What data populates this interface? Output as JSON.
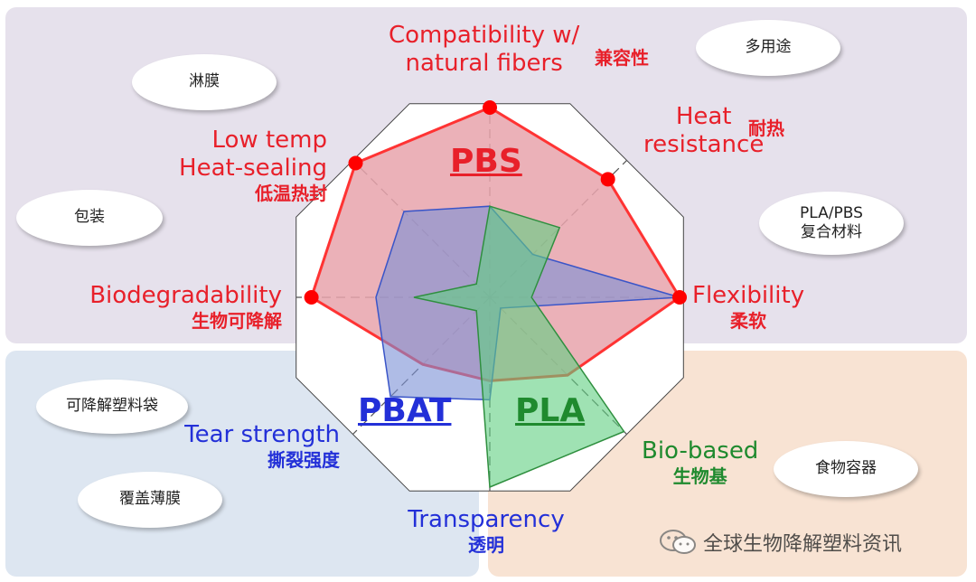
{
  "chart_data": {
    "type": "radar",
    "axes": [
      {
        "label": "Compatibility w/\nnatural fibers",
        "label_zh": "兼容性"
      },
      {
        "label": "Heat\nresistance",
        "label_zh": "耐热"
      },
      {
        "label": "Flexibility",
        "label_zh": "柔软"
      },
      {
        "label": "Bio-based",
        "label_zh": "生物基"
      },
      {
        "label": "Transparency",
        "label_zh": "透明"
      },
      {
        "label": "Tear strength",
        "label_zh": "撕裂强度"
      },
      {
        "label": "Biodegradability",
        "label_zh": "生物可降解"
      },
      {
        "label": "Low temp\nHeat-sealing",
        "label_zh": "低温热封"
      }
    ],
    "rmax": 5,
    "grid": "dashed-spokes",
    "series": [
      {
        "name": "PBS",
        "values": [
          5,
          4.4,
          5,
          2.9,
          2.2,
          2.5,
          4.7,
          5
        ],
        "color": "#ff3333",
        "fill": "#e8a3ab"
      },
      {
        "name": "PBAT",
        "values": [
          2.4,
          1.6,
          5,
          0.4,
          2.7,
          3.7,
          3,
          3.2
        ],
        "color": "#3a55c8",
        "fill": "#7a8fd6"
      },
      {
        "name": "PLA",
        "values": [
          2.4,
          2.6,
          1.1,
          5,
          5,
          0.5,
          2,
          0.5
        ],
        "color": "#2f8f3f",
        "fill": "#5fcf80"
      }
    ]
  },
  "labels": {
    "axis_0_en": "Compatibility w/\nnatural fibers",
    "axis_0_zh": "兼容性",
    "axis_1_en": "Heat\nresistance",
    "axis_1_zh": "耐热",
    "axis_2_en": "Flexibility",
    "axis_2_zh": "柔软",
    "axis_3_en": "Bio-based",
    "axis_3_zh": "生物基",
    "axis_4_en": "Transparency",
    "axis_4_zh": "透明",
    "axis_5_en": "Tear strength",
    "axis_5_zh": "撕裂强度",
    "axis_6_en": "Biodegradability",
    "axis_6_zh": "生物可降解",
    "axis_7_en": "Low temp\nHeat-sealing",
    "axis_7_zh": "低温热封"
  },
  "applications": {
    "coating_film": "淋膜",
    "multi_use": "多用途",
    "packaging": "包装",
    "pla_pbs": "PLA/PBS\n复合材料",
    "bag": "可降解塑料袋",
    "mulch_film": "覆盖薄膜",
    "food_container": "食物容器"
  },
  "watermark": "全球生物降解塑料资讯",
  "colors": {
    "pbs_text": "#e8202a",
    "pbat_text": "#2330d8",
    "pla_text": "#1f8a2e",
    "axis_red": "#e8202a",
    "axis_blue": "#2330d8",
    "axis_green": "#1f8a2e"
  }
}
